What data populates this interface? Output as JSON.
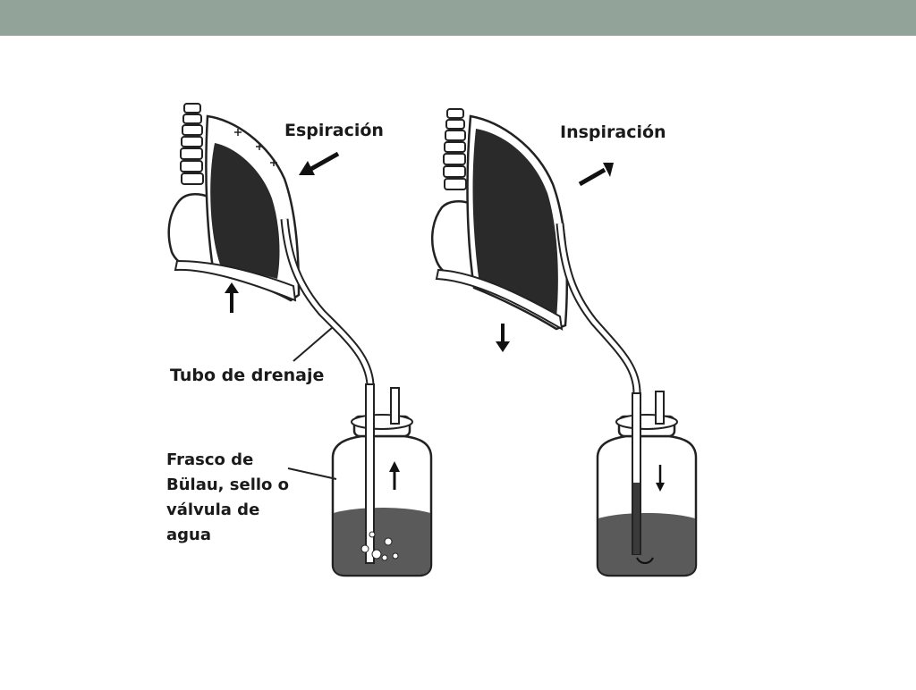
{
  "header": {
    "bar_color": "#92a39a"
  },
  "diagram": {
    "left": {
      "phase_label": "Espiración",
      "tube_label": "Tubo de drenaje",
      "bottle_label_lines": [
        "Frasco de",
        "Bülau, sello o",
        "válvula de",
        "agua"
      ]
    },
    "right": {
      "phase_label": "Inspiración"
    },
    "colors": {
      "lung": "#2a2a2a",
      "water": "#5a5a5a",
      "line": "#222222"
    }
  }
}
